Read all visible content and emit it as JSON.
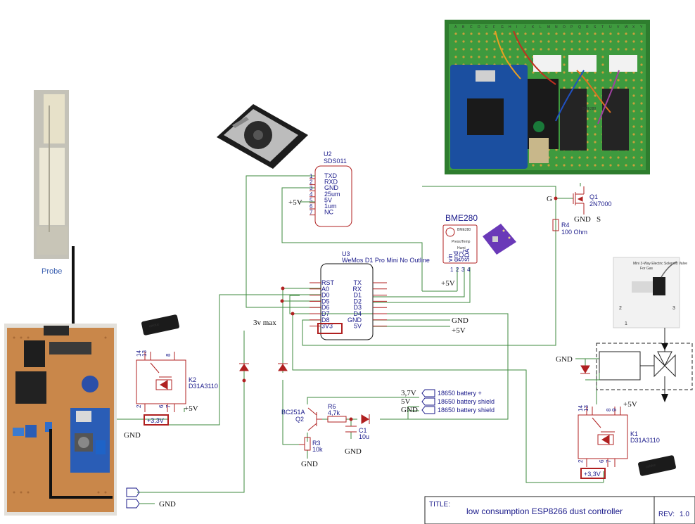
{
  "probe": {
    "label": "Probe"
  },
  "u2": {
    "ref": "U2",
    "value": "SDS011",
    "pins": [
      {
        "n": "1",
        "name": "TXD"
      },
      {
        "n": "2",
        "name": "RXD"
      },
      {
        "n": "3",
        "name": "GND"
      },
      {
        "n": "4",
        "name": "25um"
      },
      {
        "n": "5",
        "name": "5V"
      },
      {
        "n": "6",
        "name": "1um"
      },
      {
        "n": "7",
        "name": "NC"
      }
    ],
    "supply": "+5V"
  },
  "u3": {
    "ref": "U3",
    "value": "WeMos D1 Pro Mini No Outline",
    "left_pins": [
      "RST",
      "A0",
      "D0",
      "D5",
      "D6",
      "D7",
      "D8",
      "3V3"
    ],
    "right_pins": [
      "TX",
      "RX",
      "D1",
      "D2",
      "D3",
      "D4",
      "GND",
      "5V"
    ]
  },
  "bme": {
    "title": "BME280",
    "chip_text": [
      "BME280",
      "Press/Temp",
      "Humi"
    ],
    "pins": [
      "vin",
      "gnd",
      "SCL",
      "SDA"
    ],
    "pin_nums": [
      "1",
      "2",
      "3",
      "4"
    ],
    "supply": "+5V"
  },
  "q1": {
    "ref": "Q1",
    "value": "2N7000",
    "gate": "G",
    "source": "S",
    "gnd": "GND"
  },
  "r4": {
    "ref": "R4",
    "value": "100 Ohm"
  },
  "k2": {
    "ref": "K2",
    "value": "D31A3110",
    "pins": [
      "14",
      "13",
      "8",
      "2",
      "6",
      "7"
    ],
    "supply": "+5V",
    "v33": "+3,3V",
    "gnd": "GND"
  },
  "k1": {
    "ref": "K1",
    "value": "D31A3110",
    "pins": [
      "14",
      "13",
      "8",
      "9",
      "2",
      "6",
      "7"
    ],
    "supply": "+5V",
    "v33": "+3,3V"
  },
  "relay_brand": "celduc",
  "valve": {
    "gnd": "GND",
    "photo_title": "Mini 3-Way Electric Solenoid Valve For Gas",
    "photo_nums": [
      "1",
      "2",
      "3"
    ]
  },
  "diode_label": "3v max",
  "right_nets": {
    "gnd": "GND",
    "v5": "+5V"
  },
  "q2": {
    "ref": "Q2",
    "value": "BC251A"
  },
  "r6": {
    "ref": "R6",
    "value": "4,7k"
  },
  "c1": {
    "ref": "C1",
    "value": "10u",
    "gnd": "GND"
  },
  "r3": {
    "ref": "R3",
    "value": "10k",
    "gnd": "GND"
  },
  "battery": [
    {
      "net": "3,7V",
      "label": "18650 battery +"
    },
    {
      "net": "5V",
      "label": "18650 battery shield"
    },
    {
      "net": "GND",
      "label": "18650 battery shield"
    }
  ],
  "bottom_left": {
    "gnd": "GND"
  },
  "perfboard_cols": [
    "A",
    "B",
    "C",
    "D",
    "E",
    "F",
    "G",
    "H",
    "I",
    "J",
    "K",
    "L",
    "M",
    "N",
    "O",
    "P",
    "Q",
    "R",
    "S",
    "T",
    "U",
    "V",
    "W",
    "X",
    "Y"
  ],
  "title_block": {
    "label": "TITLE:",
    "text": "low consumption ESP8266 dust controller",
    "rev_label": "REV:",
    "rev": "1.0"
  },
  "colors": {
    "wire": "#3d8a3d",
    "highlight": "#b02020",
    "symbol": "#b02020",
    "text": "#1a1a8a"
  }
}
